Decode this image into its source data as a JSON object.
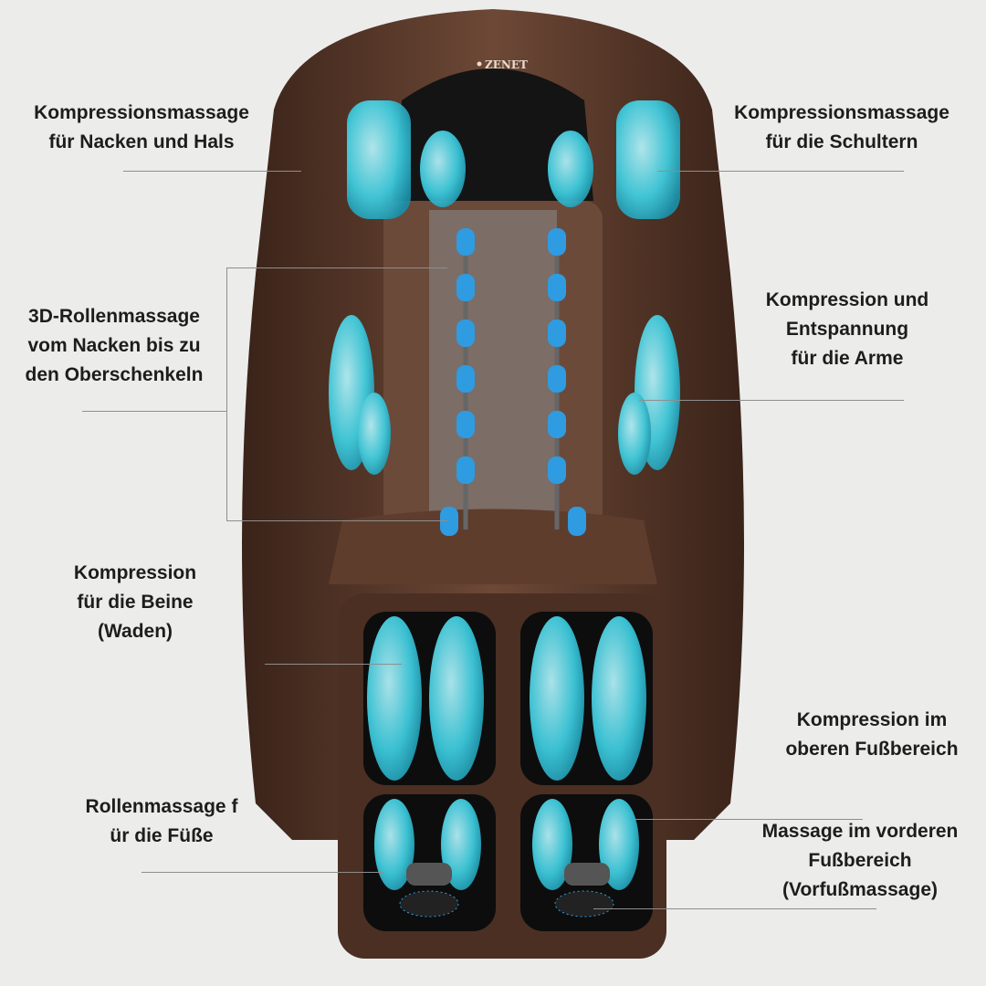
{
  "brand": {
    "logo_text": "ZENET"
  },
  "labels": {
    "neck": {
      "lines": [
        "Kompressionsmassage",
        "für Nacken und Hals"
      ]
    },
    "shoulders": {
      "lines": [
        "Kompressionsmassage",
        "für die Schultern"
      ]
    },
    "rollers": {
      "lines": [
        "3D-Rollenmassage",
        "vom Nacken bis zu",
        "den Oberschenkeln"
      ]
    },
    "arms": {
      "lines": [
        "Kompression und",
        "Entspannung",
        "für die Arme"
      ]
    },
    "legs": {
      "lines": [
        "Kompression",
        "für die Beine",
        "(Waden)"
      ]
    },
    "upper_foot": {
      "lines": [
        "Kompression im",
        "oberen Fußbereich"
      ]
    },
    "foot_rollers": {
      "lines": [
        "Rollenmassage f",
        "ür die Füße"
      ]
    },
    "forefoot": {
      "lines": [
        "Massage im vorderen",
        "Fußbereich",
        "(Vorfußmassage)"
      ]
    }
  },
  "colors": {
    "background": "#ececeb",
    "chair": "#5b3b2c",
    "airbag": "#3fd0e3",
    "roller": "#2f9be0"
  }
}
